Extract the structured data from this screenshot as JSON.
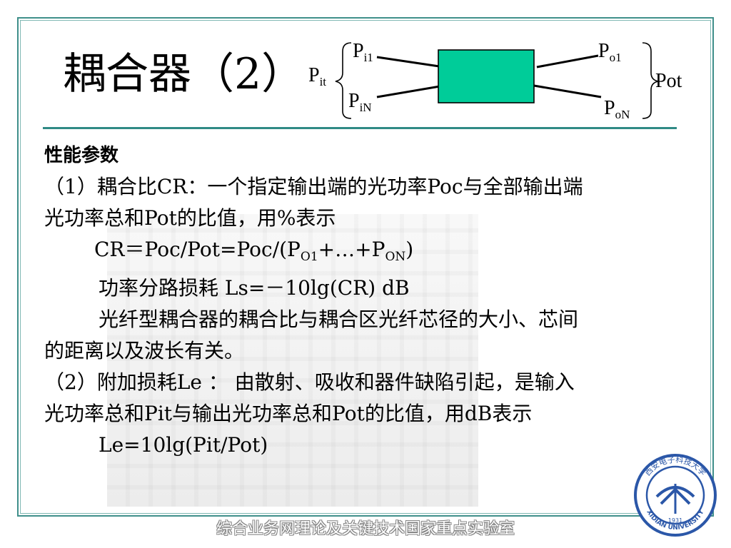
{
  "slide": {
    "title": "耦合器（2）",
    "diagram": {
      "pit_label": "P",
      "pit_sub": "it",
      "pi1_label": "P",
      "pi1_sub": "i1",
      "pin_label": "P",
      "pin_sub": "iN",
      "po1_label": "P",
      "po1_sub": "o1",
      "pon_label": "P",
      "pon_sub": "oN",
      "pot_label": "Pot",
      "box_color": "#00cc99"
    },
    "content": {
      "heading": "性能参数",
      "p1_line1": "（1）耦合比CR：一个指定输出端的光功率Poc与全部输出端",
      "p1_line2": "光功率总和Pot的比值，用%表示",
      "formula_cr_part1": "CR＝Poc/Pot=Poc/(P",
      "formula_cr_sub1": "O1",
      "formula_cr_part2": "+…+P",
      "formula_cr_sub2": "ON",
      "formula_cr_part3": ")",
      "loss_line": "功率分路损耗  Ls=－10lg(CR)   dB",
      "p1b_line1": "光纤型耦合器的耦合比与耦合区光纤芯径的大小、芯间",
      "p1b_line2": "的距离以及波长有关。",
      "p2_line1": "（2）附加损耗Le ： 由散射、吸收和器件缺陷引起，是输入",
      "p2_line2": "光功率总和Pit与输出光功率总和Pot的比值，用dB表示",
      "formula_le": "Le=10lg(Pit/Pot)"
    },
    "footer": "综合业务网理论及关键技术国家重点实验室",
    "logo": {
      "text_top": "西安电子科技大学",
      "text_bottom": "XIDIAN UNIVERSITY",
      "year": "1931",
      "color": "#2b57a8"
    },
    "accent_color": "#2f8a85"
  }
}
